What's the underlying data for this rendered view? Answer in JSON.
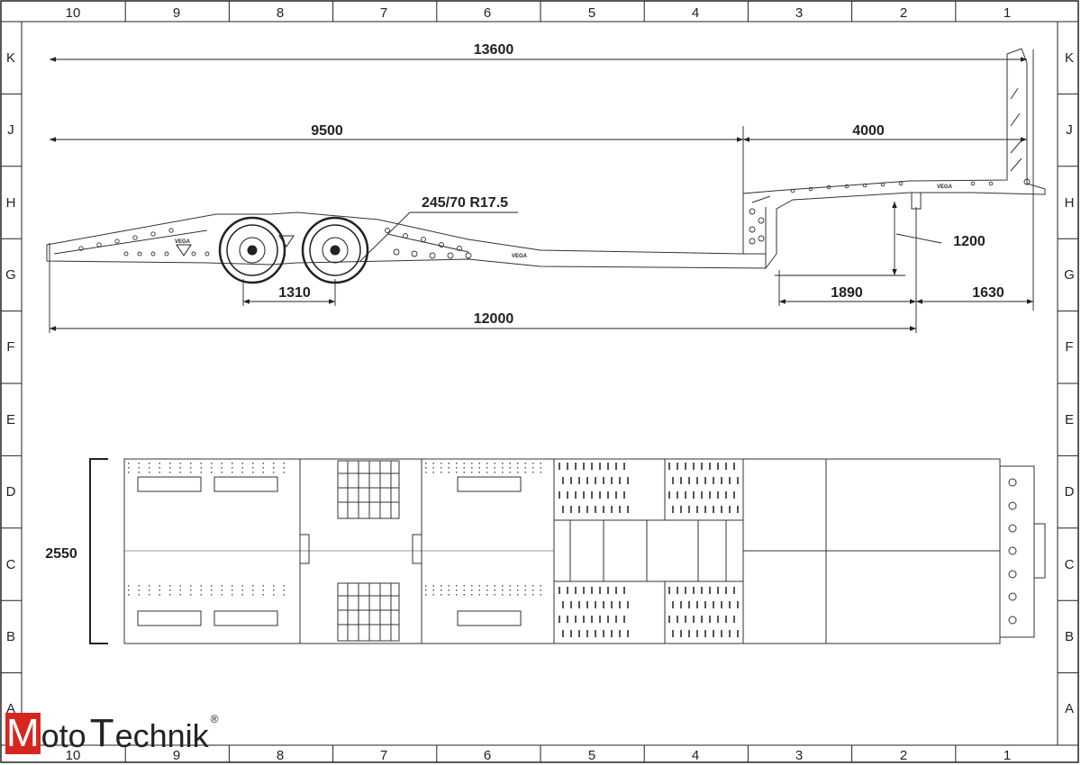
{
  "grid": {
    "columns": [
      "10",
      "9",
      "8",
      "7",
      "6",
      "5",
      "4",
      "3",
      "2",
      "1"
    ],
    "rows": [
      "K",
      "J",
      "H",
      "G",
      "F",
      "E",
      "D",
      "C",
      "B",
      "A"
    ]
  },
  "side_view": {
    "dimensions": {
      "overall_length": "13600",
      "lower_deck_length": "9500",
      "upper_deck_length": "4000",
      "tyre_size": "245/70 R17.5",
      "deck_height": "1200",
      "axle_spacing": "1310",
      "kingpin_to_support": "1890",
      "front_overhang": "1630",
      "kingpin_to_rear": "12000"
    },
    "brand_marks": [
      "VEGA",
      "VEGA",
      "VEGA"
    ]
  },
  "top_view": {
    "dimensions": {
      "overall_width": "2550"
    }
  },
  "logo": {
    "letter_m": "M",
    "text_oto": "oto",
    "letter_t": "T",
    "text_echnik": "echnik",
    "registered": "®"
  },
  "colors": {
    "line": "#222222",
    "logo_red": "#d7261e"
  }
}
